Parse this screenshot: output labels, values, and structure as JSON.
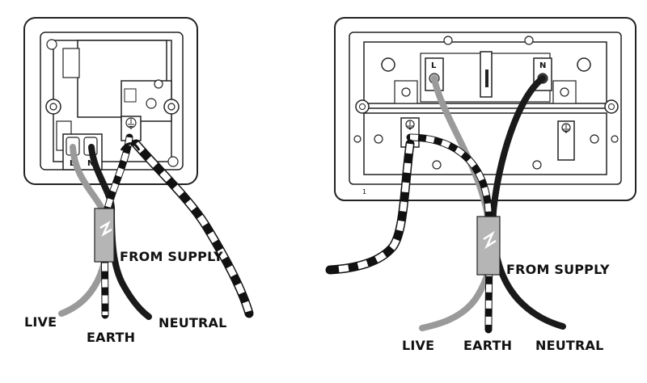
{
  "left_diagram": {
    "terminal_labels": [
      "L",
      "N"
    ],
    "cable_label": "FROM SUPPLY",
    "wire_labels": {
      "live": "LIVE",
      "earth": "EARTH",
      "neutral": "NEUTRAL"
    }
  },
  "right_diagram": {
    "corner_number": "1",
    "terminal_labels": [
      "L",
      "N"
    ],
    "cable_label": "FROM SUPPLY",
    "wire_labels": {
      "live": "LIVE",
      "earth": "EARTH",
      "neutral": "NEUTRAL"
    }
  },
  "colors": {
    "live_wire": "#9a9a9a",
    "neutral_wire": "#1a1a1a",
    "sheath": "#b5b5b5",
    "outline": "#222222"
  }
}
